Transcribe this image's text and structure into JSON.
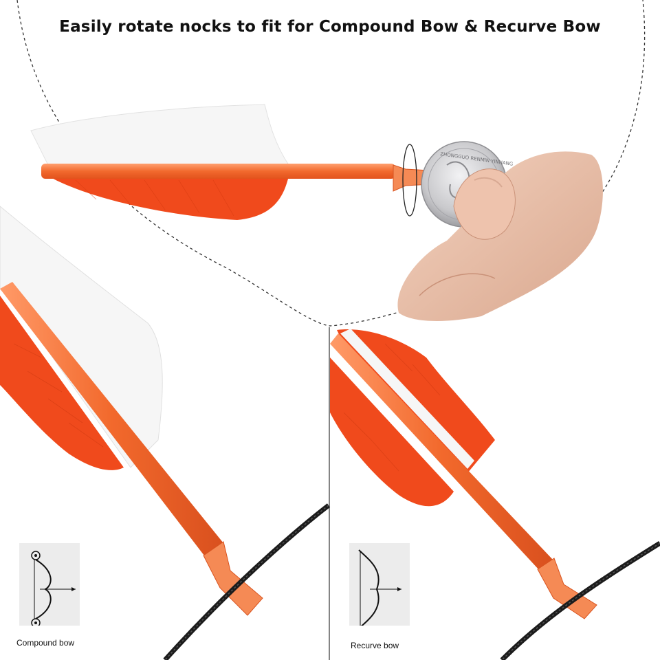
{
  "headline": "Easily rotate nocks to fit for Compound Bow & Recurve Bow",
  "diagrams": {
    "compound_label": "Compound bow",
    "recurve_label": "Recurve bow"
  },
  "coin": {
    "rim_text": "ZHONGGUO RENMIN YINHANG"
  },
  "colors": {
    "vane_orange": "#f04a1c",
    "shaft_orange": "#f26a2e",
    "vane_white": "#f6f6f6",
    "string_black": "#1c1c1c",
    "coin_silver": "#c9c9cc"
  }
}
